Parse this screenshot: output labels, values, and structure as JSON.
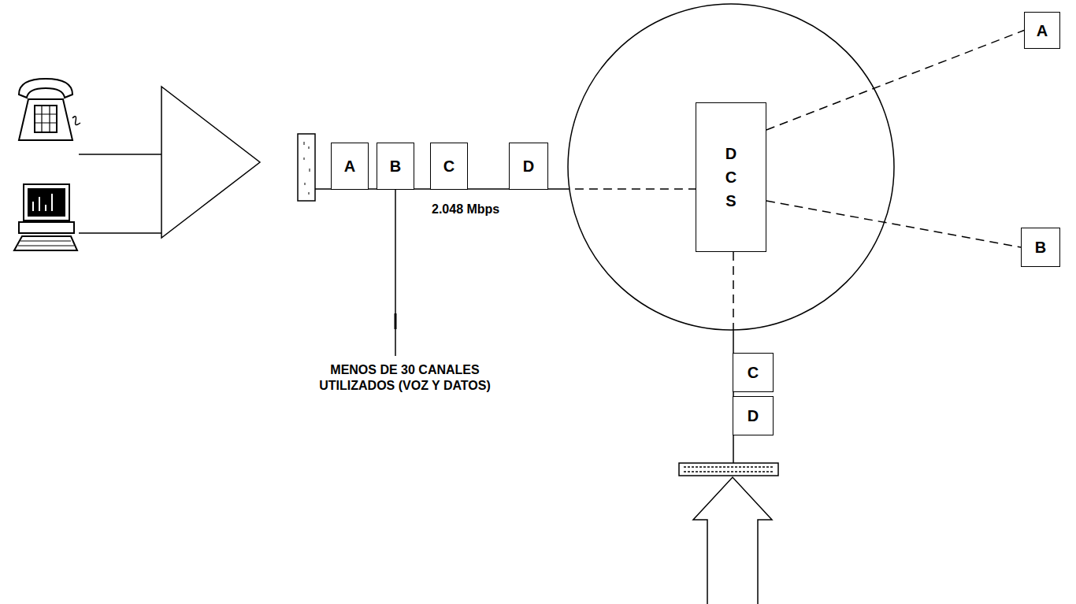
{
  "diagram": {
    "nodes": [
      {
        "text": [
          "A"
        ]
      },
      {
        "text": [
          "B"
        ]
      },
      {
        "text": [
          "C"
        ]
      },
      {
        "text": [
          "D"
        ]
      },
      {
        "text": [
          "DCS"
        ]
      },
      {
        "text": [
          "A"
        ]
      },
      {
        "text": [
          "B"
        ]
      },
      {
        "text": [
          "C"
        ]
      },
      {
        "text": [
          "D"
        ]
      }
    ],
    "edges": [
      {
        "from": 0,
        "to": 1,
        "arrow": "none"
      },
      {
        "from": 1,
        "to": 2,
        "arrow": "none"
      },
      {
        "from": 2,
        "to": 3,
        "arrow": "none"
      },
      {
        "from": 3,
        "to": 4,
        "arrow": "none"
      },
      {
        "from": 4,
        "to": 5,
        "arrow": "none"
      },
      {
        "from": 4,
        "to": 6,
        "arrow": "none"
      },
      {
        "from": 4,
        "to": 7,
        "arrow": "none"
      },
      {
        "from": 7,
        "to": 8,
        "arrow": "none"
      }
    ],
    "labels": [
      "2.048 Mbps",
      "MENOS DE 30 CANALES UTILIZADOS (VOZ Y DATOS)"
    ]
  }
}
